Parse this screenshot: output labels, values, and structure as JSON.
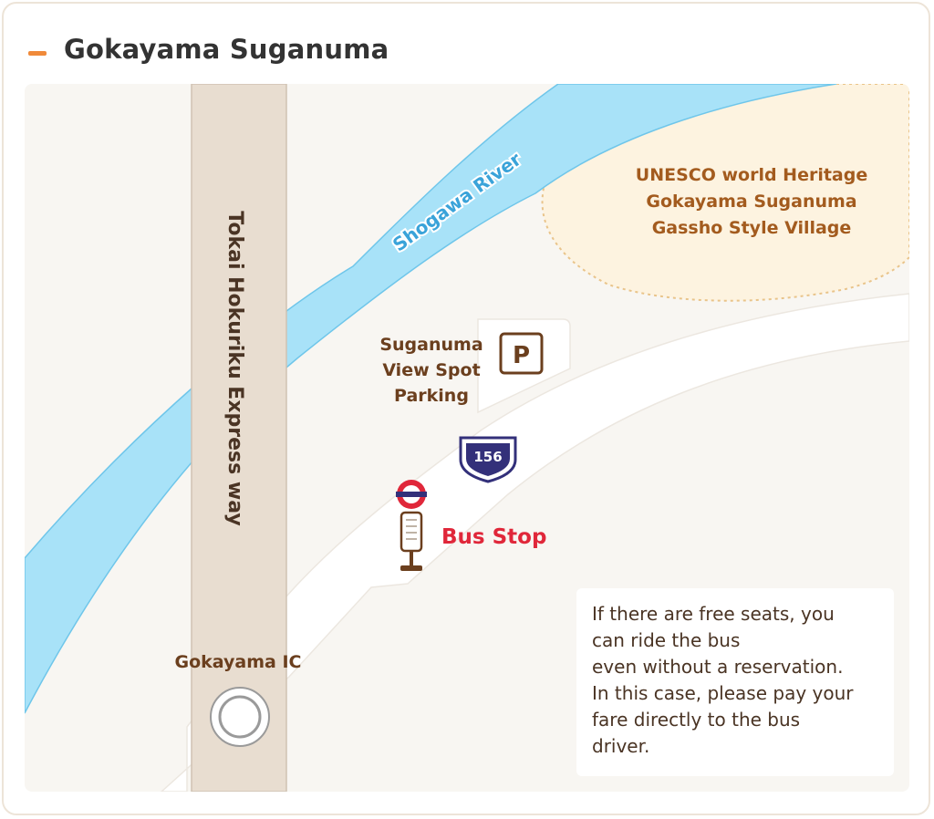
{
  "header": {
    "title": "Gokayama Suganuma"
  },
  "map": {
    "river_label": "Shogawa River",
    "expressway_label": "Tokai Hokuriku Express way",
    "heritage_lines": [
      "UNESCO world Heritage",
      "Gokayama Suganuma",
      "Gassho Style Village"
    ],
    "parking_lines": [
      "Suganuma",
      "View Spot",
      "Parking"
    ],
    "parking_symbol": "P",
    "route_number": "156",
    "bus_stop_label": "Bus Stop",
    "interchange_label": "Gokayama IC",
    "colors": {
      "river": "#a8e2f8",
      "river_text": "#3aa3d9",
      "expressway": "#e8ddd0",
      "heritage_fill": "#fdf3e0",
      "heritage_border": "#e9c48a",
      "heritage_text": "#a35b1e",
      "label_brown": "#6b3f1e",
      "bus_stop_red": "#e0273a",
      "route_badge": "#33307a",
      "title_accent": "#f08a3a"
    },
    "icons": [
      "parking-icon",
      "route-shield-icon",
      "bus-stop-sign-icon",
      "interchange-icon"
    ]
  },
  "notice": {
    "lines": [
      "If there are free seats, you",
      "can ride the bus",
      "even without a reservation.",
      "In this case, please pay your",
      "fare directly to the bus",
      "driver."
    ]
  }
}
